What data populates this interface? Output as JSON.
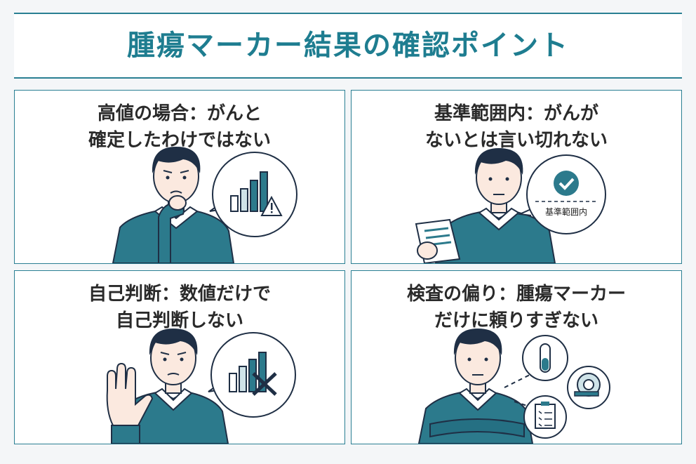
{
  "title": "腫瘍マーカー結果の確認ポイント",
  "panels": [
    {
      "line1": "高値の場合：がんと",
      "line2": "確定したわけではない"
    },
    {
      "line1": "基準範囲内：がんが",
      "line2": "ないとは言い切れない",
      "badge": "基準範囲内"
    },
    {
      "line1": "自己判断：数値だけで",
      "line2": "自己判断しない"
    },
    {
      "line1": "検査の偏り：腫瘍マーカー",
      "line2": "だけに頼りすぎない"
    }
  ],
  "colors": {
    "accent": "#2a7f93",
    "sweater": "#2c7a8c",
    "hair": "#1f2f45"
  }
}
